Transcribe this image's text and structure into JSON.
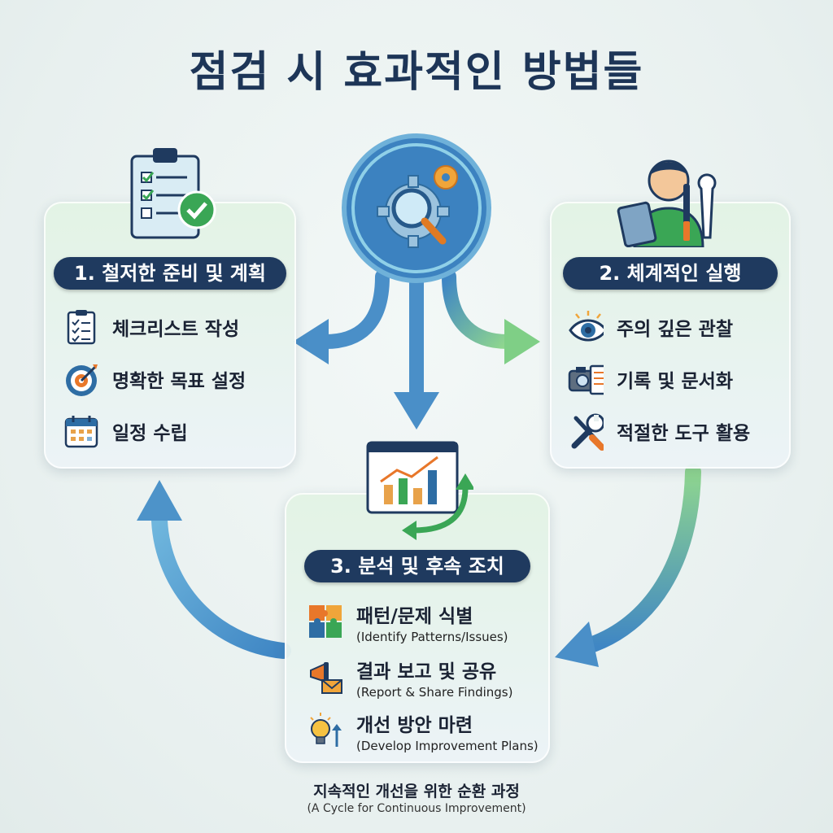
{
  "title": "점검 시 효과적인 방법들",
  "section1": {
    "heading": "1. 철저한 준비 및 계획",
    "items": [
      {
        "label": "체크리스트 작성",
        "icon": "checklist-icon"
      },
      {
        "label": "명확한 목표 설정",
        "icon": "target-icon"
      },
      {
        "label": "일정 수립",
        "icon": "calendar-icon"
      }
    ]
  },
  "section2": {
    "heading": "2. 체계적인 실행",
    "items": [
      {
        "label": "주의 깊은 관찰",
        "icon": "eye-icon"
      },
      {
        "label": "기록 및 문서화",
        "icon": "camera-document-icon"
      },
      {
        "label": "적절한 도구 활용",
        "icon": "tools-icon"
      }
    ]
  },
  "section3": {
    "heading": "3. 분석 및 후속 조치",
    "items": [
      {
        "label": "패턴/문제 식별",
        "sub": "(Identify Patterns/Issues)",
        "icon": "puzzle-icon"
      },
      {
        "label": "결과 보고 및 공유",
        "sub": "(Report & Share Findings)",
        "icon": "megaphone-icon"
      },
      {
        "label": "개선 방안 마련",
        "sub": "(Develop Improvement Plans)",
        "icon": "lightbulb-icon"
      }
    ]
  },
  "footer": {
    "main": "지속적인 개선을 위한 순환 과정",
    "sub": "(A Cycle for Continuous Improvement)"
  },
  "colors": {
    "navy": "#1f3a5f",
    "arrow_blue": "#3f86c4",
    "arrow_green": "#7fcf86",
    "orange": "#f0882a"
  }
}
